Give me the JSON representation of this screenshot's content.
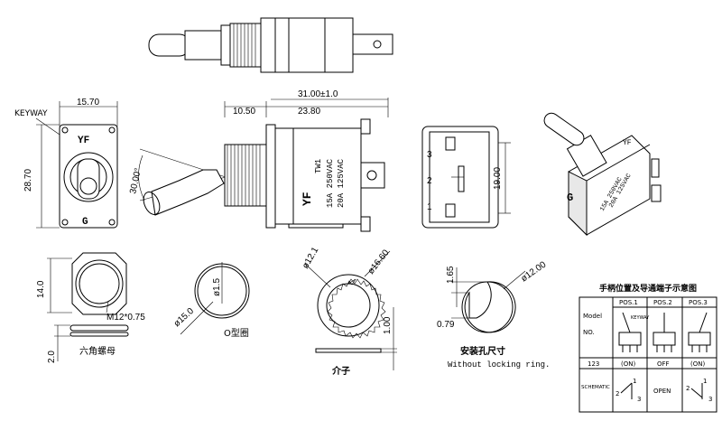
{
  "top_view": {},
  "front_view": {
    "width_dim": "15.70",
    "height_dim": "28.70",
    "keyway_label": "KEYWAY",
    "yf_mark": "YF",
    "g_mark": "G"
  },
  "side_view": {
    "total_dim": "31.00±1.0",
    "dim_a": "10.50",
    "dim_b": "23.80",
    "angle": "30.00°",
    "body_text": [
      "YF",
      "TW1",
      "15A 250VAC",
      "20A 125VAC"
    ]
  },
  "terminal_view": {
    "height_dim": "19.00",
    "pins": [
      "3",
      "2",
      "1"
    ]
  },
  "hex_nut": {
    "height_dim": "14.0",
    "thread": "M12*0.75",
    "thickness_dim": "2.0",
    "caption": "六角螺母"
  },
  "o_ring": {
    "outer_dim": "ø15.0",
    "inner_dim": "ø1.5",
    "caption": "O型圈"
  },
  "lock_washer": {
    "inner_dim": "ø12.1",
    "outer_dim": "ø16.60",
    "thickness_dim": "1.00",
    "caption": "介子"
  },
  "mounting_hole": {
    "dim_a": "1.65",
    "dim_b": "0.79",
    "diameter": "ø12.00",
    "caption_cn": "安装孔尺寸",
    "caption_en": "Without locking ring."
  },
  "position_table": {
    "title": "手柄位置及导通端子示意图",
    "model_label": "Model",
    "no_label": "NO.",
    "headers": [
      "POS.1",
      "POS.2",
      "POS.3"
    ],
    "keyway_label": "KEYWAY",
    "row_123": {
      "label": "123",
      "values": [
        "(ON)",
        "OFF",
        "(ON)"
      ]
    },
    "schematic": {
      "label": "SCHEMATIC",
      "open": "OPEN",
      "pin1": "1",
      "pin2": "2",
      "pin3": "3"
    }
  }
}
